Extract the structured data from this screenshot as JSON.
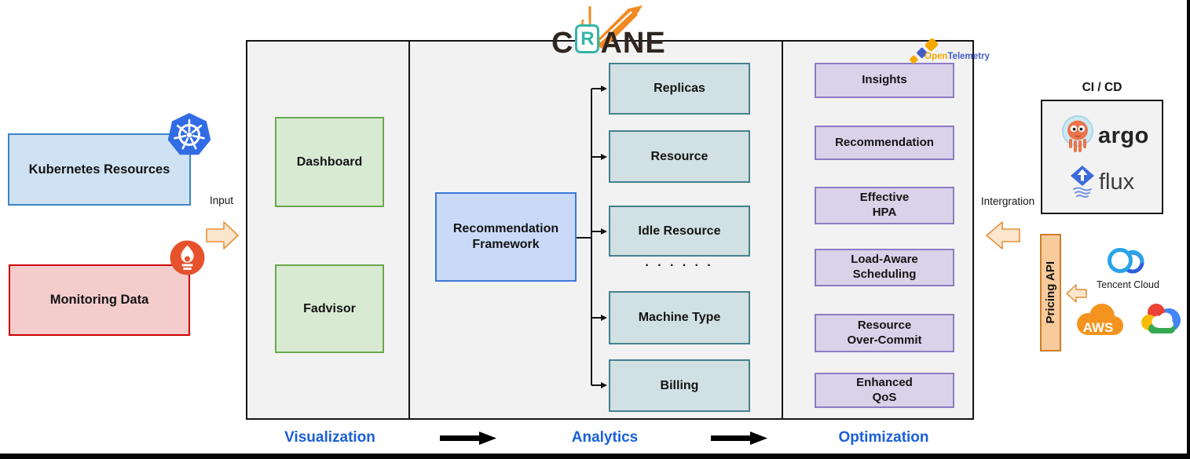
{
  "brand": {
    "name": "CRANE",
    "letters_pre": "C",
    "letter_boxed": "R",
    "letters_post": "ANE"
  },
  "left": {
    "kubernetes_box": "Kubernetes Resources",
    "monitoring_box": "Monitoring Data",
    "input_label": "Input"
  },
  "pipeline": {
    "visualization": {
      "title": "Visualization",
      "dashboard": "Dashboard",
      "fadvisor": "Fadvisor"
    },
    "analytics": {
      "title": "Analytics",
      "framework": "Recommendation\nFramework",
      "recommenders": [
        "Replicas",
        "Resource",
        "Idle Resource",
        "Machine Type",
        "Billing"
      ],
      "ellipsis": "· · · · · ·"
    },
    "optimization": {
      "title": "Optimization",
      "features": [
        "Insights",
        "Recommendation",
        "Effective\nHPA",
        "Load-Aware\nScheduling",
        "Resource\nOver-Commit",
        "Enhanced\nQoS"
      ]
    }
  },
  "opentelemetry": {
    "part1": "Open",
    "part2": "Telemetry"
  },
  "right": {
    "cicd_title": "CI / CD",
    "argo_label": "argo",
    "flux_label": "flux",
    "integration_label": "Intergration",
    "pricing_api_label": "Pricing API",
    "tencent_label": "Tencent Cloud",
    "aws_label": "AWS"
  },
  "colors": {
    "kubernetes_blue": "#326ce5",
    "prometheus_orange": "#e6522c",
    "source_blue_fill": "#cfe2f3",
    "source_blue_border": "#3d85c6",
    "source_red_fill": "#f4cccc",
    "source_red_border": "#cc0000",
    "viz_green_fill": "#d9ead3",
    "viz_green_border": "#6aa84f",
    "framework_fill": "#c9daf8",
    "framework_border": "#3c78d8",
    "recommender_fill": "#d0e0e3",
    "recommender_border": "#45818e",
    "feature_fill": "#d9d2e9",
    "feature_border": "#8e7cc3",
    "pricing_fill": "#f9cb9c",
    "pricing_border": "#cf7d2a",
    "input_arrow_fill": "#fce5cd",
    "input_arrow_border": "#e69138",
    "panel_bg": "#f2f2f2",
    "flow_label_blue": "#1a5fd9",
    "crane_teal": "#35b5a7",
    "crane_orange": "#f18a21",
    "otel_orange": "#f5a800",
    "otel_blue": "#425cc7"
  }
}
